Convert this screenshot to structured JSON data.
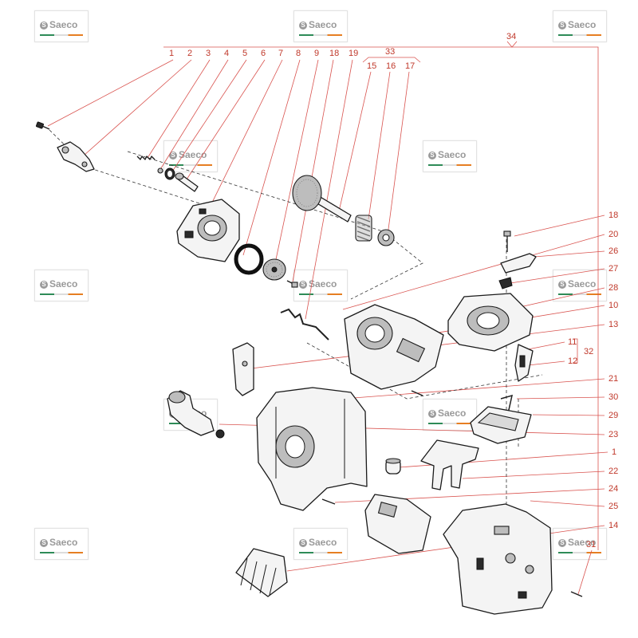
{
  "diagram": {
    "callouts_top": [
      "1",
      "2",
      "3",
      "4",
      "5",
      "6",
      "7",
      "8",
      "9",
      "18",
      "19",
      "15",
      "16",
      "17"
    ],
    "callouts_group": [
      "33",
      "34"
    ],
    "callouts_right": [
      "18",
      "20",
      "26",
      "27",
      "28",
      "10",
      "13",
      "11",
      "32",
      "12",
      "21",
      "30",
      "29",
      "23",
      "1",
      "22",
      "24",
      "25",
      "14",
      "31"
    ]
  },
  "watermarks": {
    "brand_text": "Saeco",
    "logo_glyph": "S"
  },
  "colors": {
    "label_red": "#c0392b",
    "leader_red": "#d9534f",
    "stroke": "#1a1a1a"
  }
}
